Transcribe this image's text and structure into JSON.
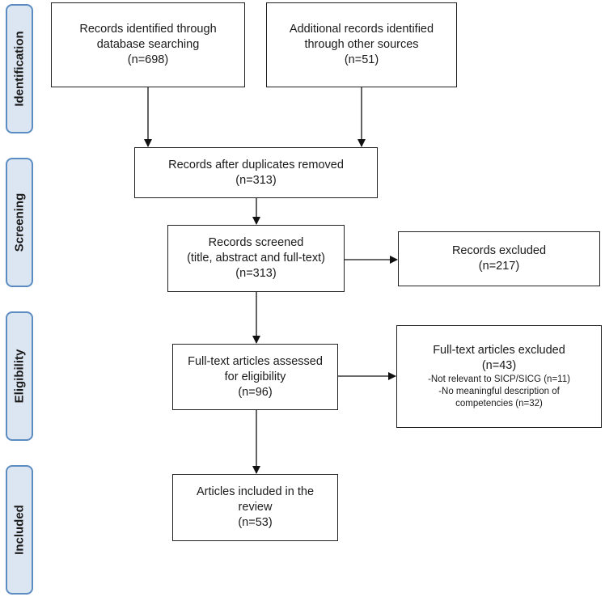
{
  "stages": [
    {
      "id": "identification",
      "label": "Identification"
    },
    {
      "id": "screening",
      "label": "Screening"
    },
    {
      "id": "eligibility",
      "label": "Eligibility"
    },
    {
      "id": "included",
      "label": "Included"
    }
  ],
  "boxes": {
    "db_search": {
      "lines": [
        "Records identified through",
        "database searching",
        "(n=698)"
      ]
    },
    "other_sources": {
      "lines": [
        "Additional records identified",
        "through other sources",
        "(n=51)"
      ]
    },
    "dedup": {
      "lines": [
        "Records after duplicates removed",
        "(n=313)"
      ]
    },
    "screened": {
      "lines": [
        "Records screened",
        "(title, abstract and full-text)",
        "(n=313)"
      ]
    },
    "excluded": {
      "lines": [
        "Records excluded",
        "(n=217)"
      ]
    },
    "assessed": {
      "lines": [
        "Full-text articles assessed",
        "for eligibility",
        "(n=96)"
      ]
    },
    "ft_excluded": {
      "lines": [
        "Full-text articles excluded",
        "(n=43)"
      ],
      "detail": [
        "-Not relevant to SICP/SICG (n=11)",
        "-No meaningful description of",
        "competencies (n=32)"
      ]
    },
    "included": {
      "lines": [
        "Articles included in the",
        "review",
        "(n=53)"
      ]
    }
  }
}
